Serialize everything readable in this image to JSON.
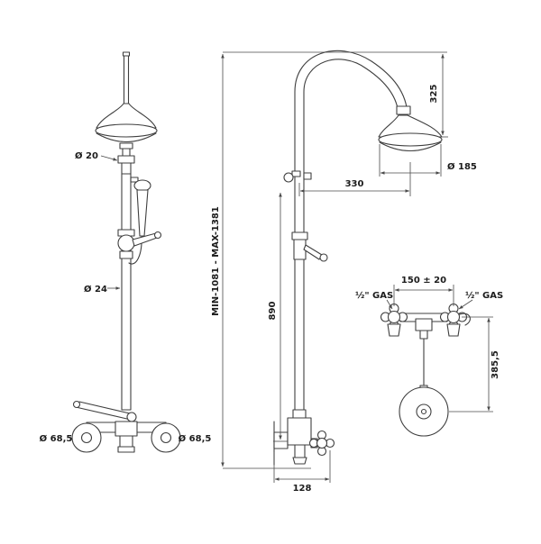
{
  "page": {
    "background": "#ffffff",
    "line_color": "#3f3f3f",
    "text_color": "#1c1c1c"
  },
  "drawing": {
    "kind": "shower-column-technical-drawing",
    "front_view": {
      "dia_20": "Ø 20",
      "dia_24": "Ø 24",
      "dia_685_left": "Ø 68,5",
      "dia_685_right": "Ø 68,5"
    },
    "side_view": {
      "dim_325": "325",
      "dia_185": "Ø 185",
      "dim_330": "330",
      "dim_min_max": "MIN-1081 - MAX-1381",
      "dim_890": "890",
      "dim_128": "128"
    },
    "rear_view": {
      "gas_left": "½\" GAS",
      "gas_right": "½\" GAS",
      "dim_150": "150 ± 20",
      "dim_3855": "385,5"
    }
  }
}
